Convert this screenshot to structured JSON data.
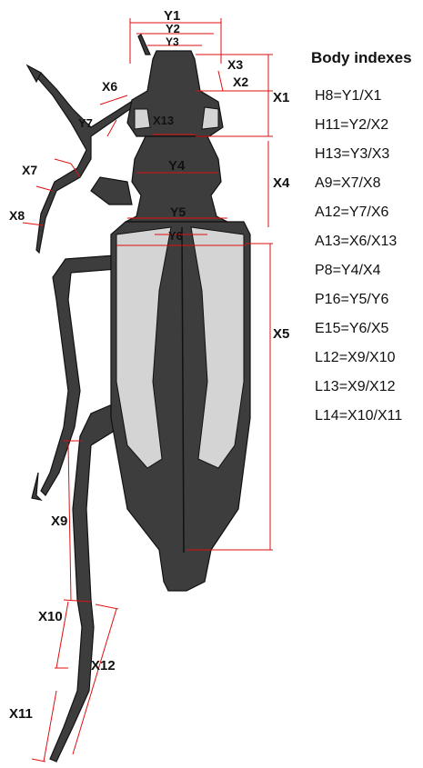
{
  "figure": {
    "labels": {
      "y1": "Y1",
      "y2": "Y2",
      "y3": "Y3",
      "y4": "Y4",
      "y5": "Y5",
      "y6": "Y6",
      "y7": "Y7",
      "x1": "X1",
      "x2": "X2",
      "x3": "X3",
      "x4": "X4",
      "x5": "X5",
      "x6": "X6",
      "x7": "X7",
      "x8": "X8",
      "x9": "X9",
      "x10": "X10",
      "x11": "X11",
      "x12": "X12",
      "x13": "X13"
    },
    "colors": {
      "body": "#3d3d3d",
      "pale_patch": "#d4d4d4",
      "measure_line": "#dd1111"
    }
  },
  "index_panel": {
    "title": "Body indexes",
    "items": [
      "H8=Y1/X1",
      "H11=Y2/X2",
      "H13=Y3/X3",
      "A9=X7/X8",
      "A12=Y7/X6",
      "A13=X6/X13",
      "P8=Y4/X4",
      "P16=Y5/Y6",
      "E15=Y6/X5",
      "L12=X9/X10",
      "L13=X9/X12",
      "L14=X10/X11"
    ]
  }
}
